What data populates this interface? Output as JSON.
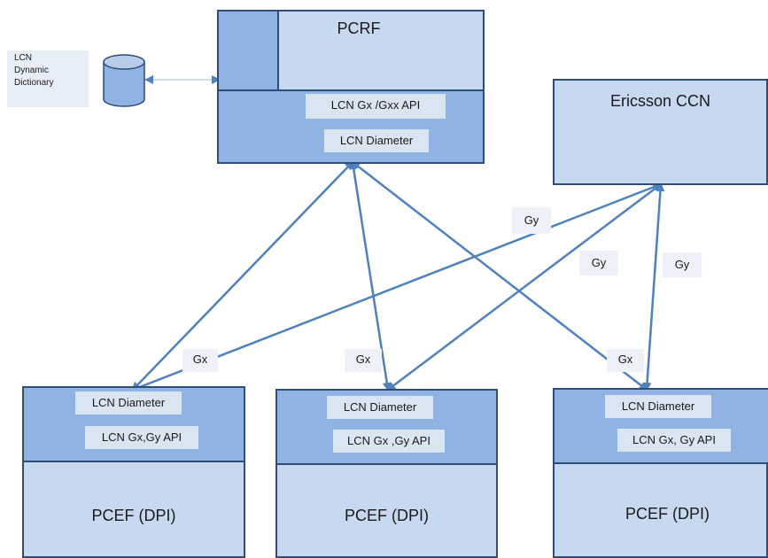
{
  "dictionary": {
    "lines": [
      "LCN",
      "Dynamic",
      "Dictionary"
    ]
  },
  "pcrf": {
    "title": "PCRF",
    "api_label": "LCN Gx /Gxx API",
    "diameter_label": "LCN Diameter"
  },
  "ccn": {
    "title": "Ericsson CCN"
  },
  "pcef": [
    {
      "diameter_label": "LCN Diameter",
      "api_label": "LCN Gx,Gy  API",
      "title": "PCEF (DPI)"
    },
    {
      "diameter_label": "LCN Diameter",
      "api_label": "LCN Gx ,Gy API",
      "title": "PCEF (DPI)"
    },
    {
      "diameter_label": "LCN Diameter",
      "api_label": "LCN Gx, Gy  API",
      "title": "PCEF (DPI)"
    }
  ],
  "links": {
    "gx_labels": [
      "Gx",
      "Gx",
      "Gx"
    ],
    "gy_labels": [
      "Gy",
      "Gy",
      "Gy"
    ]
  },
  "colors": {
    "box_dark": "#8fb4e3",
    "box_light": "#c6d9f1",
    "border": "#2f4d78",
    "arrow": "#4f81bd"
  }
}
